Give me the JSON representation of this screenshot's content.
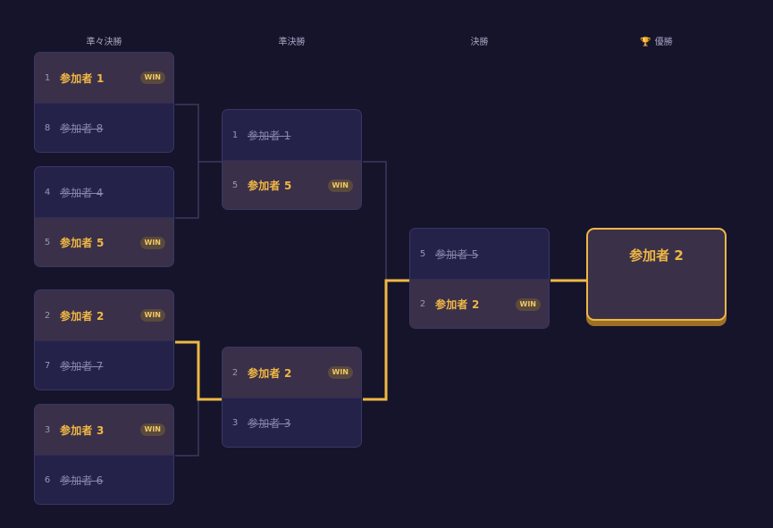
{
  "rounds": {
    "quarterfinal": "準々決勝",
    "semifinal": "準決勝",
    "final": "決勝",
    "champion": "優勝"
  },
  "icons": {
    "trophy": "trophy-icon"
  },
  "colors": {
    "background": "#15142a",
    "accent": "#f0b744",
    "card": "#25224a",
    "winner_row": "#3a3049"
  },
  "win_label": "WIN",
  "matches": {
    "qf1": {
      "top": {
        "seed": "1",
        "name": "参加者 1"
      },
      "bottom": {
        "seed": "8",
        "name": "参加者 8"
      },
      "winner": "top"
    },
    "qf2": {
      "top": {
        "seed": "4",
        "name": "参加者 4"
      },
      "bottom": {
        "seed": "5",
        "name": "参加者 5"
      },
      "winner": "bottom"
    },
    "qf3": {
      "top": {
        "seed": "2",
        "name": "参加者 2"
      },
      "bottom": {
        "seed": "7",
        "name": "参加者 7"
      },
      "winner": "top"
    },
    "qf4": {
      "top": {
        "seed": "3",
        "name": "参加者 3"
      },
      "bottom": {
        "seed": "6",
        "name": "参加者 6"
      },
      "winner": "top"
    },
    "sf1": {
      "top": {
        "seed": "1",
        "name": "参加者 1"
      },
      "bottom": {
        "seed": "5",
        "name": "参加者 5"
      },
      "winner": "bottom"
    },
    "sf2": {
      "top": {
        "seed": "2",
        "name": "参加者 2"
      },
      "bottom": {
        "seed": "3",
        "name": "参加者 3"
      },
      "winner": "top"
    },
    "final": {
      "top": {
        "seed": "5",
        "name": "参加者 5"
      },
      "bottom": {
        "seed": "2",
        "name": "参加者 2"
      },
      "winner": "bottom"
    }
  },
  "champion": {
    "name": "参加者 2"
  }
}
